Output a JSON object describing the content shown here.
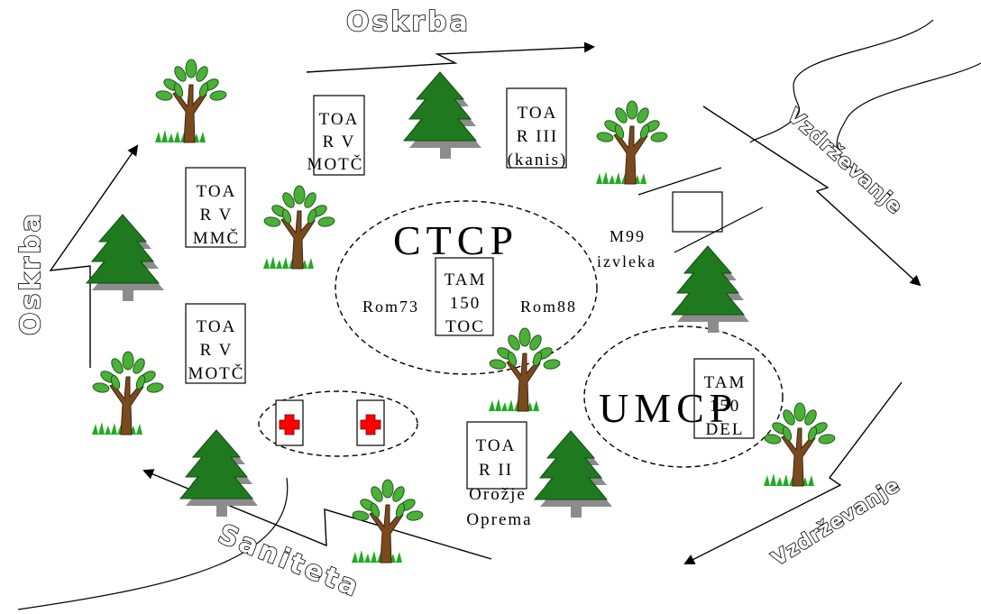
{
  "labels": {
    "oskrba_top": "Oskrba",
    "oskrba_left": "Oskrba",
    "vzdrzevanje_right": "Vzdrževanje",
    "vzdrzevanje_bottom": "Vzdrževanje",
    "saniteta": "Saniteta",
    "ctcp": "CTCP",
    "umcp": "UMCP",
    "rom73": "Rom73",
    "rom88": "Rom88",
    "m99": "M99",
    "izvleka": "izvleka"
  },
  "units": {
    "toa_rv_motc_top": [
      "TOA",
      "R V",
      "MOTČ"
    ],
    "toa_riii_kanis": [
      "TOA",
      "R III",
      "(kanis)"
    ],
    "toa_rv_mmc": [
      "TOA",
      "R V",
      "MMČ"
    ],
    "toa_rv_motc_left": [
      "TOA",
      "R V",
      "MOTČ"
    ],
    "tam_150_toc": [
      "TAM",
      "150",
      "TOC"
    ],
    "tam_150_del": [
      "TAM",
      "150",
      "DEL"
    ],
    "toa_rii_orozje": [
      "TOA",
      "R II",
      "Orožje",
      "Oprema"
    ]
  },
  "colors": {
    "pine": "#1f7a1f",
    "pine_shadow": "#8c8c8c",
    "leaf": "#4caf3a",
    "trunk": "#7a4a1f",
    "grass": "#22aa22",
    "red_cross": "#ff0000"
  }
}
